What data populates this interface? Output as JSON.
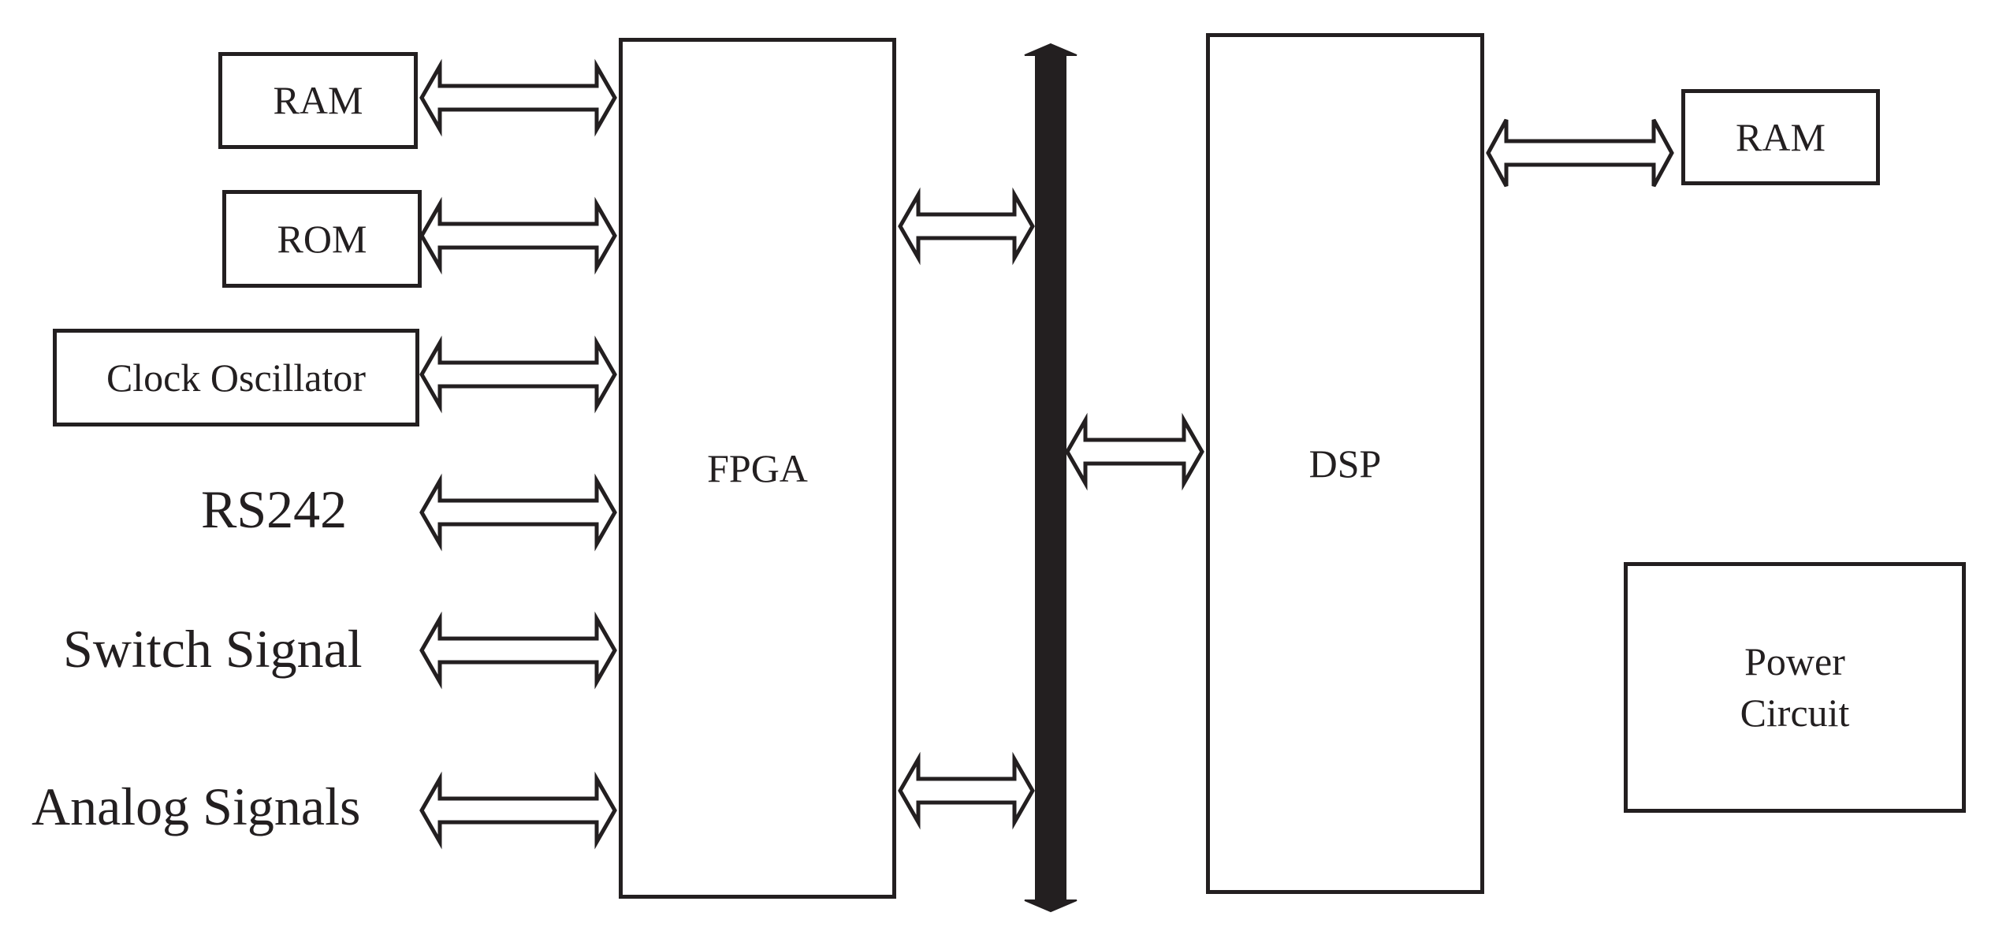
{
  "left_peripherals": {
    "ram": "RAM",
    "rom": "ROM",
    "clock": "Clock Oscillator"
  },
  "left_signals": {
    "rs242": "RS242",
    "switch": "Switch Signal",
    "analog": "Analog Signals"
  },
  "fpga": {
    "label": "FPGA"
  },
  "dsp": {
    "label": "DSP"
  },
  "dsp_ram": {
    "label": "RAM"
  },
  "power": {
    "label": "Power\nCircuit"
  },
  "colors": {
    "stroke": "#231f20",
    "fill": "#ffffff"
  }
}
